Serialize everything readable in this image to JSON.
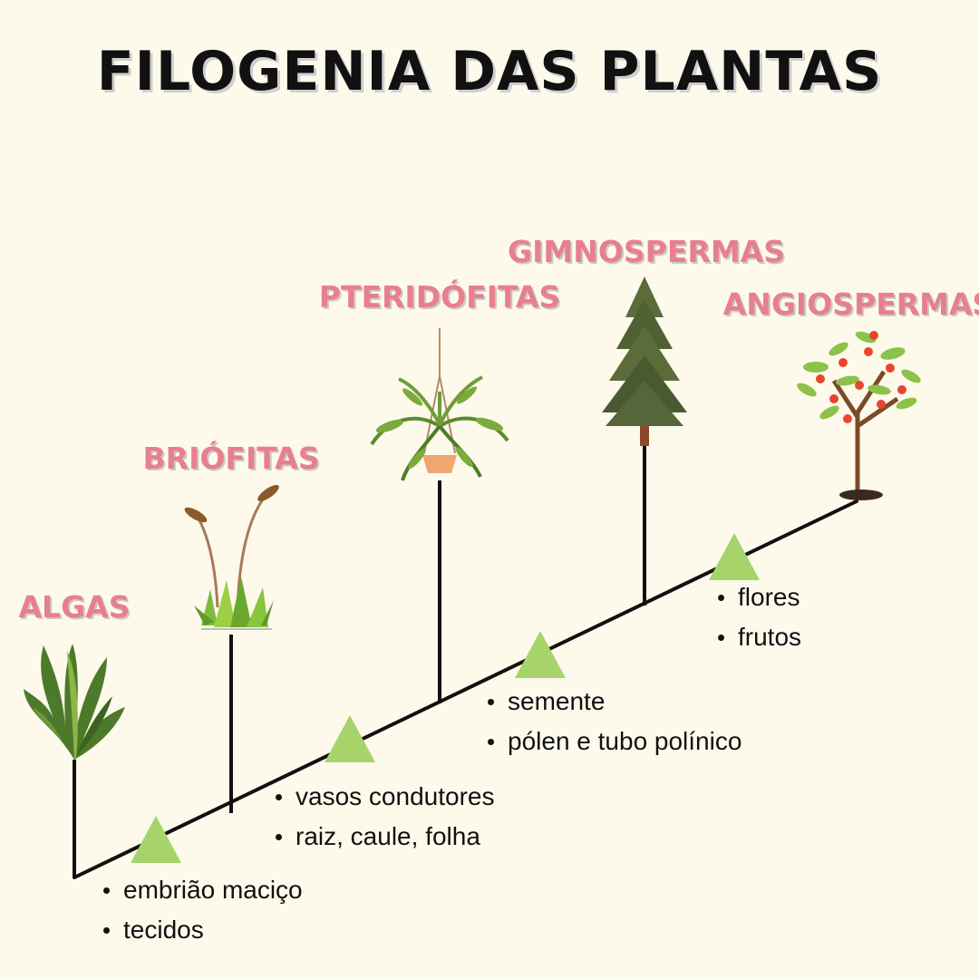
{
  "title": "FILOGENIA DAS PLANTAS",
  "groups": [
    {
      "id": "algas",
      "label": "ALGAS"
    },
    {
      "id": "briofitas",
      "label": "BRIÓFITAS"
    },
    {
      "id": "pteridofitas",
      "label": "PTERIDÓFITAS"
    },
    {
      "id": "gimnospermas",
      "label": "GIMNOSPERMAS"
    },
    {
      "id": "angiospermas",
      "label": "ANGIOSPERMAS"
    }
  ],
  "synapomorphies": [
    {
      "traits": [
        "embrião maciço",
        "tecidos"
      ]
    },
    {
      "traits": [
        "vasos condutores",
        "raiz, caule, folha"
      ]
    },
    {
      "traits": [
        "semente",
        "pólen e tubo polínico"
      ]
    },
    {
      "traits": [
        "flores",
        "frutos"
      ]
    }
  ],
  "colors": {
    "background": "#fdfaec",
    "title": "#111111",
    "group_label": "#e87f8e",
    "marker": "#a6d36a",
    "line": "#111111"
  },
  "icons": [
    "algae-icon",
    "moss-icon",
    "fern-icon",
    "pine-tree-icon",
    "apple-tree-icon"
  ]
}
